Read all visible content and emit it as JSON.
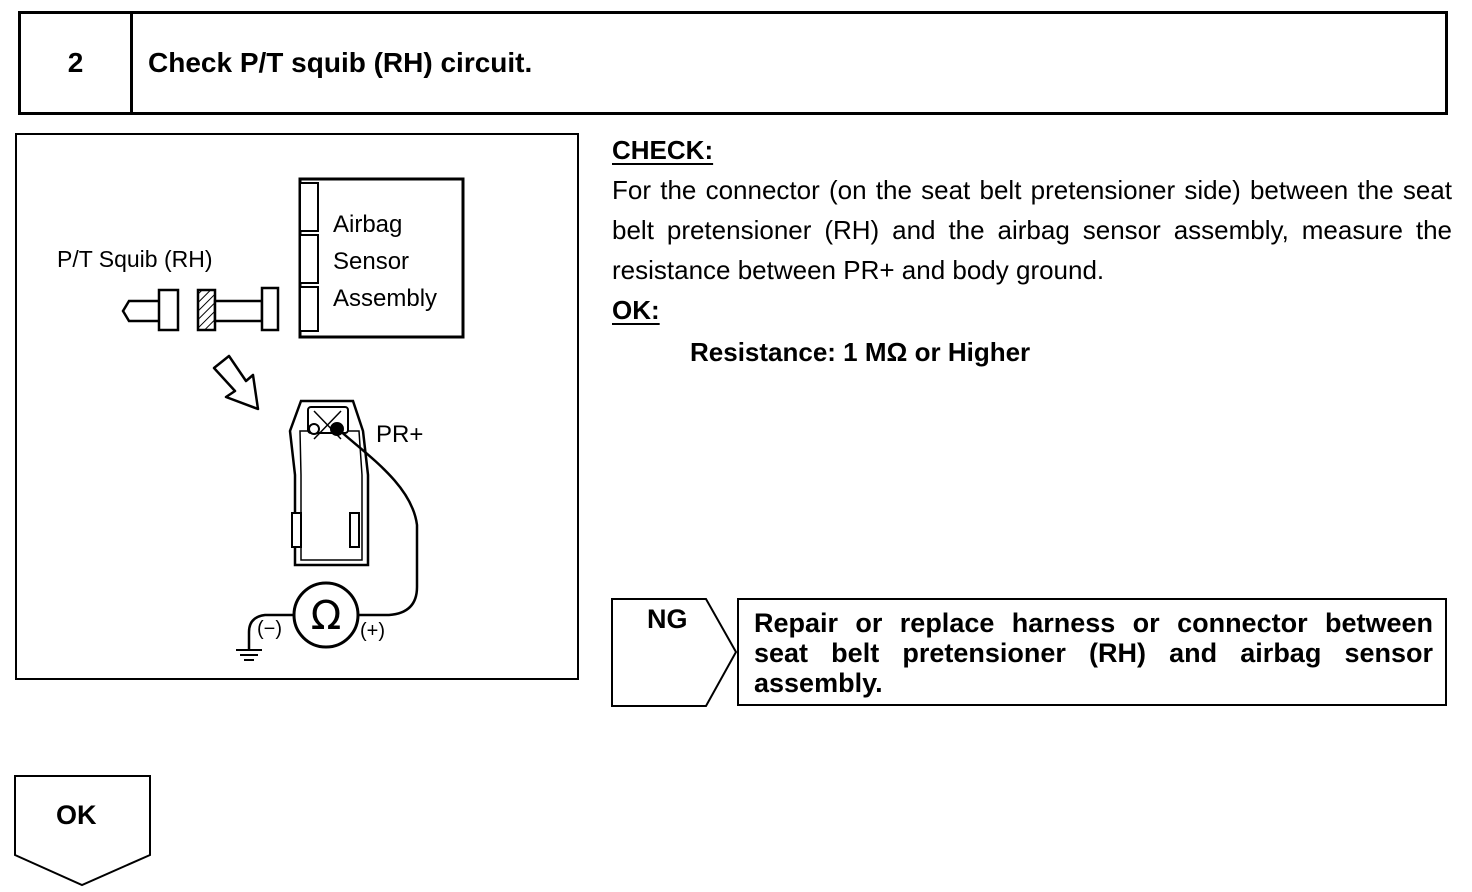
{
  "step": {
    "number": "2",
    "title": "Check P/T squib (RH) circuit."
  },
  "figure": {
    "squib_label": "P/T Squib (RH)",
    "sensor_label_1": "Airbag",
    "sensor_label_2": "Sensor",
    "sensor_label_3": "Assembly",
    "terminal_label": "PR+",
    "ohm_symbol": "Ω",
    "minus_label": "(−)",
    "plus_label": "(+)"
  },
  "check": {
    "heading": "CHECK:",
    "text": "For the connector (on the seat belt pretensioner side) between the seat belt pretensioner (RH) and the airbag sensor assembly, measure the resistance between PR+ and body ground."
  },
  "ok": {
    "heading": "OK:",
    "value": "Resistance: 1 MΩ or Higher"
  },
  "ng": {
    "label": "NG",
    "action": "Repair or replace harness or connector between seat belt pretensioner (RH) and airbag sensor assembly."
  },
  "ok_branch": {
    "label": "OK"
  }
}
